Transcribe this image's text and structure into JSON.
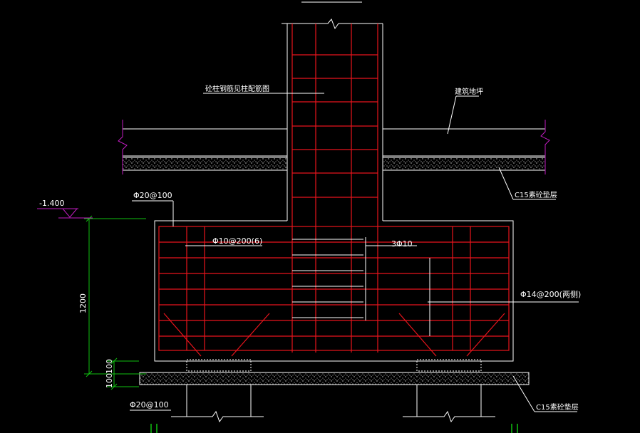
{
  "colors": {
    "background": "#000000",
    "outline": "#ffffff",
    "rebar": "#e8141c",
    "dimension": "#10c010",
    "leader": "#ffffff",
    "elevation_marker": "#c01cc0",
    "break_line": "#c01cc0"
  },
  "labels": {
    "column_rebar_note": "砼柱钢筋见柱配筋图",
    "floor_slab": "建筑地坪",
    "cushion_upper": "C15素砼垫层",
    "elevation": "-1.400",
    "top_rebar": "Φ20@100",
    "stirrup": "Φ10@200(6)",
    "beam_bars": "3Φ10",
    "side_bars": "Φ14@200(两侧)",
    "bottom_rebar": "Φ20@100",
    "cushion_lower": "C15素砼垫层"
  },
  "dimensions": {
    "height_main": "1200",
    "height_layer1": "100",
    "height_layer2": "100"
  }
}
